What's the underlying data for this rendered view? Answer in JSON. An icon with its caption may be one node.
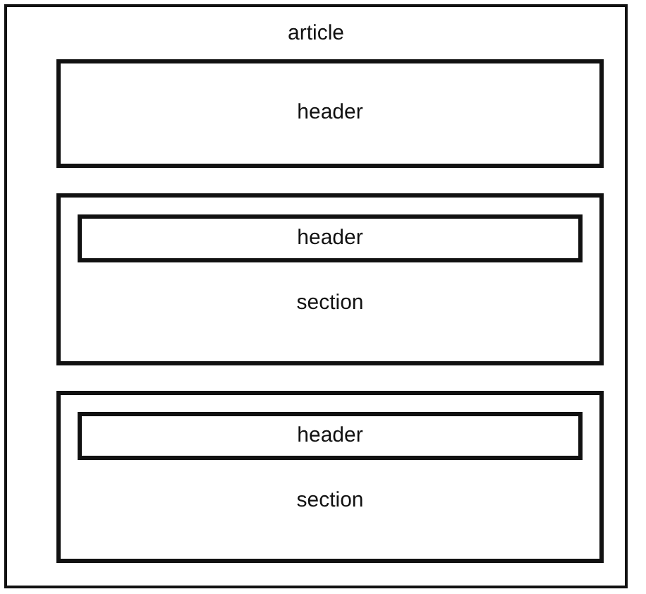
{
  "diagram": {
    "nodes": [
      {
        "text": [
          "article"
        ]
      },
      {
        "text": [
          "header"
        ],
        "in": 0
      },
      {
        "text": [
          "section"
        ],
        "in": 0
      },
      {
        "text": [
          "header"
        ],
        "in": 2
      },
      {
        "text": [
          "section"
        ],
        "in": 0
      },
      {
        "text": [
          "header"
        ],
        "in": 4
      }
    ]
  }
}
